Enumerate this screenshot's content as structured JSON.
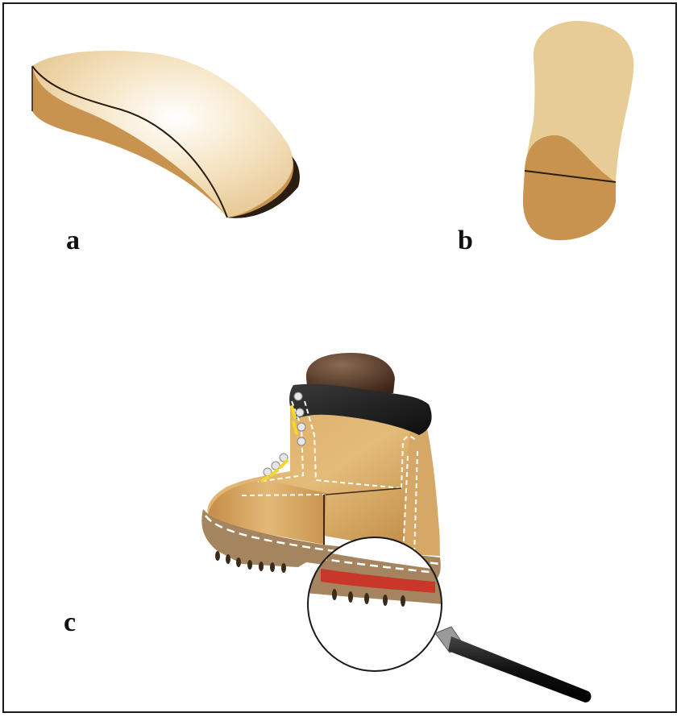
{
  "panels": {
    "a": {
      "label": "a"
    },
    "b": {
      "label": "b"
    },
    "c": {
      "label": "c"
    }
  },
  "colors": {
    "insole_top": "#f3dfb9",
    "insole_side": "#c8934e",
    "leather": "#c99a55",
    "collar": "#141414",
    "tongue_top": "#4a2e1e",
    "outsole": "#a48560",
    "highlight_strip": "#c8372a",
    "lace": "#f2d82a",
    "stitch": "#ffffff"
  },
  "icons": {
    "magnifier": "magnifying-glass-icon"
  }
}
